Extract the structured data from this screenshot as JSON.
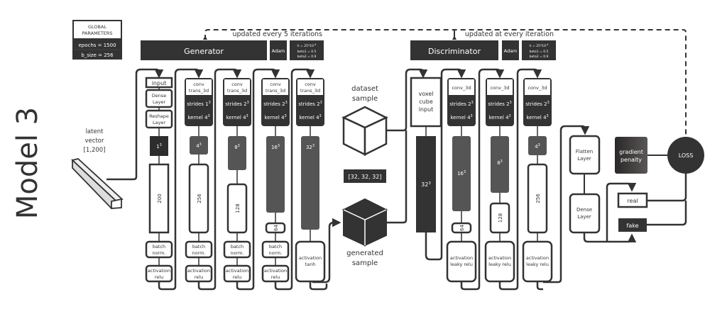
{
  "title": "Model 3",
  "global_params": {
    "heading": "GLOBAL PARAMETERS",
    "heading_line1": "GLOBAL",
    "heading_line2": "PARAMETERS",
    "epochs": "epochs = 1500",
    "batch_size": "b_size = 256"
  },
  "latent": {
    "line1": "latent",
    "line2": "vector",
    "line3": "[1,200]"
  },
  "generator": {
    "label": "Generator",
    "optimizer": "Adam",
    "lr": "lr = 25*10",
    "lr_exp": "-4",
    "beta1": "beta1 = 0.5",
    "beta2": "beta2 = 0.9",
    "update_note": "updated every 5 iterations",
    "blocks": [
      {
        "type": "input",
        "layers": [
          "input",
          "Dense Layer",
          "Reshape Layer"
        ],
        "layers_split": [
          [
            "input"
          ],
          [
            "Dense",
            "Layer"
          ],
          [
            "Reshape",
            "Layer"
          ]
        ],
        "volume": "1",
        "volume_exp": "3",
        "channels": "200",
        "norm": [
          "batch",
          "norm."
        ],
        "activation": [
          "activation",
          "relu"
        ]
      },
      {
        "type": "conv",
        "name": [
          "conv",
          "trans_3d"
        ],
        "strides": "strides 1",
        "strides_exp": "3",
        "kernel": "kernel 4",
        "kernel_exp": "3",
        "volume": "4",
        "volume_exp": "3",
        "channels": "256",
        "norm": [
          "batch",
          "norm."
        ],
        "activation": [
          "activation",
          "relu"
        ]
      },
      {
        "type": "conv",
        "name": [
          "conv",
          "trans_3d"
        ],
        "strides": "strides 2",
        "strides_exp": "3",
        "kernel": "kernel 4",
        "kernel_exp": "3",
        "volume": "8",
        "volume_exp": "3",
        "channels": "128",
        "norm": [
          "batch",
          "norm."
        ],
        "activation": [
          "activation",
          "relu"
        ]
      },
      {
        "type": "conv",
        "name": [
          "conv",
          "trans_3d"
        ],
        "strides": "strides 2",
        "strides_exp": "3",
        "kernel": "kernel 4",
        "kernel_exp": "3",
        "volume": "16",
        "volume_exp": "3",
        "channels": "64",
        "norm": [
          "batch",
          "norm."
        ],
        "activation": [
          "activation",
          "relu"
        ]
      },
      {
        "type": "conv",
        "name": [
          "conv",
          "trans_3d"
        ],
        "strides": "strides 2",
        "strides_exp": "3",
        "kernel": "kernel 4",
        "kernel_exp": "3",
        "volume": "32",
        "volume_exp": "3",
        "activation": [
          "activation",
          "tanh"
        ]
      }
    ]
  },
  "samples": {
    "dataset": [
      "dataset",
      "sample"
    ],
    "shape": "[32, 32, 32]",
    "generated": [
      "generated",
      "sample"
    ]
  },
  "discriminator": {
    "label": "Discriminator",
    "optimizer": "Adam",
    "lr": "lr = 25*10",
    "lr_exp": "-4",
    "beta1": "beta1 = 0.5",
    "beta2": "beta2 = 0.9",
    "update_note": "updated at every iteration",
    "input_block": {
      "name": [
        "voxel",
        "cube",
        "input"
      ],
      "volume": "32",
      "volume_exp": "3"
    },
    "blocks": [
      {
        "name": "conv_3d",
        "strides": "strides 2",
        "strides_exp": "3",
        "kernel": "kernel 4",
        "kernel_exp": "3",
        "volume": "16",
        "volume_exp": "3",
        "channels": "64",
        "activation": [
          "activation",
          "leaky relu"
        ]
      },
      {
        "name": "conv_3d",
        "strides": "strides 2",
        "strides_exp": "3",
        "kernel": "kernel 4",
        "kernel_exp": "3",
        "volume": "8",
        "volume_exp": "3",
        "channels": "128",
        "activation": [
          "activation",
          "leaky relu"
        ]
      },
      {
        "name": "conv_3d",
        "strides": "strides 2",
        "strides_exp": "3",
        "kernel": "kernel 4",
        "kernel_exp": "3",
        "volume": "4",
        "volume_exp": "3",
        "channels": "256",
        "activation": [
          "activation",
          "leaky relu"
        ]
      }
    ],
    "flatten": [
      "Flatten",
      "Layer"
    ],
    "dense": [
      "Dense",
      "Layer"
    ]
  },
  "loss": {
    "label": "LOSS",
    "gradient_penalty": [
      "gradient",
      "penalty"
    ],
    "real": "real",
    "fake": "fake"
  },
  "colors": {
    "dark": "#333333",
    "mid": "#555555",
    "light_text": "#ffffff",
    "line": "#333333"
  }
}
